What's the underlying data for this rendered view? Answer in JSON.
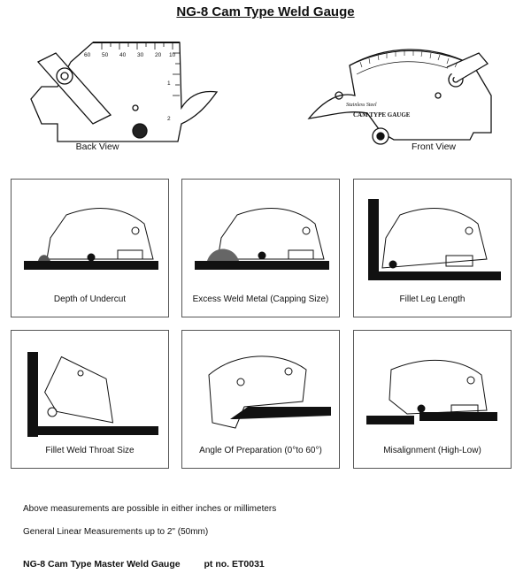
{
  "title": "NG-8 Cam Type Weld Gauge",
  "views": {
    "back": "Back View",
    "front": "Front View",
    "engraving_brand": "Stainless Steel",
    "engraving_name": "CAM TYPE GAUGE",
    "scale_top": [
      "60",
      "50",
      "40",
      "30",
      "20",
      "10"
    ],
    "scale_side": [
      "1",
      "2"
    ]
  },
  "panels": [
    {
      "label": "Depth of Undercut"
    },
    {
      "label": "Excess Weld Metal (Capping Size)"
    },
    {
      "label": "Fillet Leg Length"
    },
    {
      "label": "Fillet Weld Throat Size"
    },
    {
      "label": "Angle Of Preparation (0°to 60°)"
    },
    {
      "label": "Misalignment (High-Low)"
    }
  ],
  "notes": {
    "line1": "Above measurements are possible in either inches or millimeters",
    "line2": "General Linear Measurements up to 2\" (50mm)"
  },
  "footer": {
    "product": "NG-8 Cam Type Master Weld Gauge",
    "part": "pt no. ET0031"
  }
}
